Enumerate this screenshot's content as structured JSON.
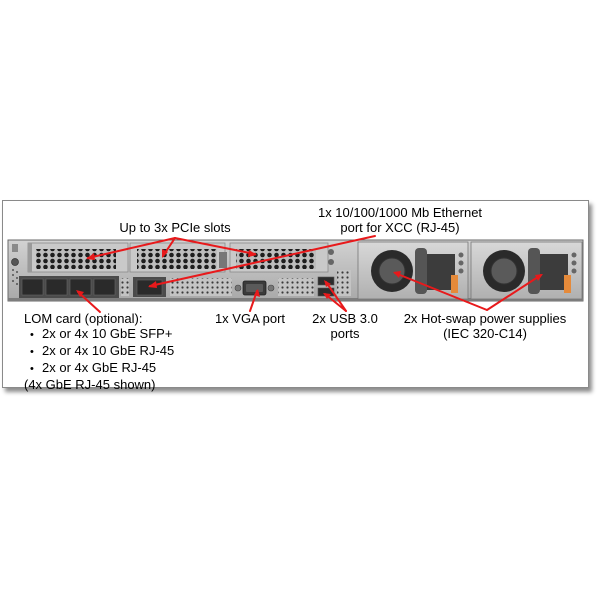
{
  "diagram": {
    "subject": "1U rack server rear view",
    "colors": {
      "callout_line": "#e8191b",
      "chassis": "#b9b9b9",
      "chassis_dark": "#4a4a4a",
      "psu_tab": "#e58a3a",
      "frame_border": "#8a8a8a"
    },
    "labels": {
      "pcie": "Up to 3x PCIe slots",
      "xcc_line1": "1x 10/100/1000 Mb Ethernet",
      "xcc_line2": "port for XCC (RJ-45)",
      "vga": "1x VGA port",
      "usb_line1": "2x USB 3.0",
      "usb_line2": "ports",
      "psu_line1": "2x Hot-swap power supplies",
      "psu_line2": "(IEC 320-C14)"
    },
    "lom": {
      "title": "LOM card (optional):",
      "options": [
        "2x or 4x 10 GbE SFP+",
        "2x or 4x 10 GbE RJ-45",
        "2x or 4x GbE RJ-45"
      ],
      "note": "(4x GbE RJ-45 shown)"
    },
    "components": [
      {
        "name": "pcie-slot",
        "count": 3
      },
      {
        "name": "lom-rj45-port",
        "count": 4
      },
      {
        "name": "xcc-ethernet-port",
        "count": 1
      },
      {
        "name": "vga-port",
        "count": 1
      },
      {
        "name": "usb-3.0-port",
        "count": 2
      },
      {
        "name": "hot-swap-psu",
        "count": 2
      }
    ]
  }
}
